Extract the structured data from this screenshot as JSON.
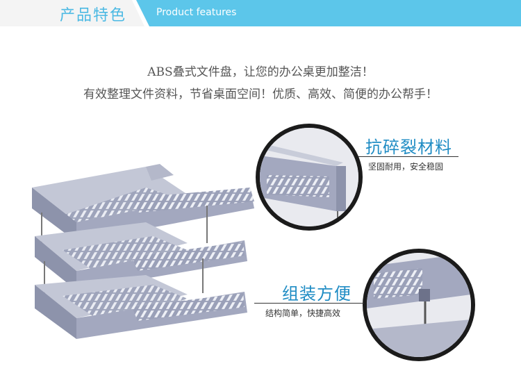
{
  "banner": {
    "title_cn": "产品特色",
    "title_en": "Product features",
    "accent_color": "#5cc6ea"
  },
  "intro": {
    "line1": "ABS叠式文件盘，让您的办公桌更加整洁！",
    "line2": "有效整理文件资料，节省桌面空间！优质、高效、简便的办公帮手！"
  },
  "features": [
    {
      "title": "抗碎裂材料",
      "desc": "坚固耐用，安全稳固"
    },
    {
      "title": "组装方便",
      "desc": "结构简单，快捷高效"
    }
  ],
  "product": {
    "color": "#9aa0b8",
    "tiers": 3
  }
}
